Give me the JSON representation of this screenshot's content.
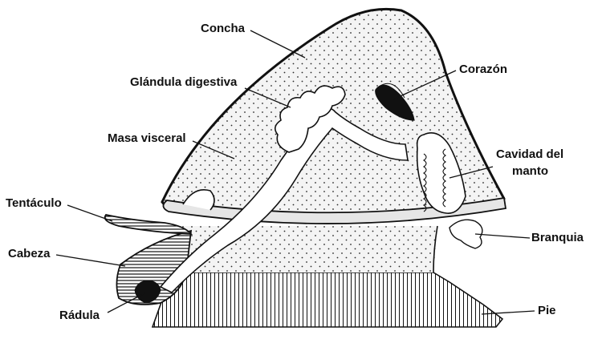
{
  "labels": {
    "concha": "Concha",
    "glandula_digestiva": "Glándula digestiva",
    "corazon": "Corazón",
    "masa_visceral": "Masa visceral",
    "cavidad_del_manto_line1": "Cavidad del",
    "cavidad_del_manto_line2": "manto",
    "tentaculo": "Tentáculo",
    "branquia": "Branquia",
    "cabeza": "Cabeza",
    "radula": "Rádula",
    "pie": "Pie"
  },
  "colors": {
    "ink": "#111111",
    "background": "#ffffff",
    "body_fill": "#f2f2f2",
    "stipple": "#2a2a2a"
  }
}
